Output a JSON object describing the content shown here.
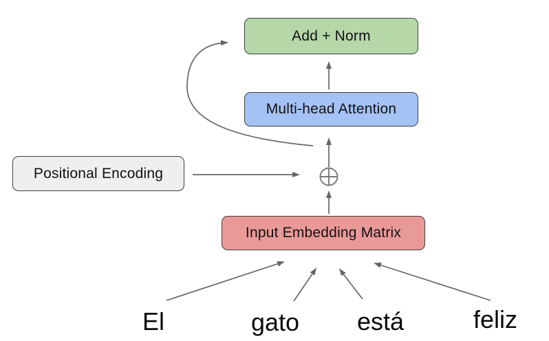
{
  "diagram": {
    "nodes": [
      {
        "id": "add_norm",
        "label": "Add + Norm",
        "fill": "#b6d7a8"
      },
      {
        "id": "multi_head_attention",
        "label": "Multi-head Attention",
        "fill": "#a4c2f4"
      },
      {
        "id": "positional_encoding",
        "label": "Positional Encoding",
        "fill": "#efefef"
      },
      {
        "id": "input_embedding_matrix",
        "label": "Input Embedding Matrix",
        "fill": "#ea9999"
      }
    ],
    "operator": {
      "id": "circled_plus",
      "symbol": "⊕"
    },
    "tokens": [
      "El",
      "gato",
      "está",
      "feliz"
    ],
    "edges": [
      {
        "from": "token_el",
        "to": "input_embedding_matrix"
      },
      {
        "from": "token_gato",
        "to": "input_embedding_matrix"
      },
      {
        "from": "token_esta",
        "to": "input_embedding_matrix"
      },
      {
        "from": "token_feliz",
        "to": "input_embedding_matrix"
      },
      {
        "from": "input_embedding_matrix",
        "to": "circled_plus"
      },
      {
        "from": "positional_encoding",
        "to": "circled_plus"
      },
      {
        "from": "circled_plus",
        "to": "multi_head_attention"
      },
      {
        "from": "circled_plus",
        "to": "add_norm"
      },
      {
        "from": "multi_head_attention",
        "to": "add_norm"
      }
    ],
    "colors": {
      "background": "#ffffff",
      "border": "#3f3f3f",
      "arrow": "#666666",
      "text": "#111111",
      "green": "#b6d7a8",
      "blue": "#a4c2f4",
      "gray": "#efefef",
      "red": "#ea9999"
    }
  }
}
